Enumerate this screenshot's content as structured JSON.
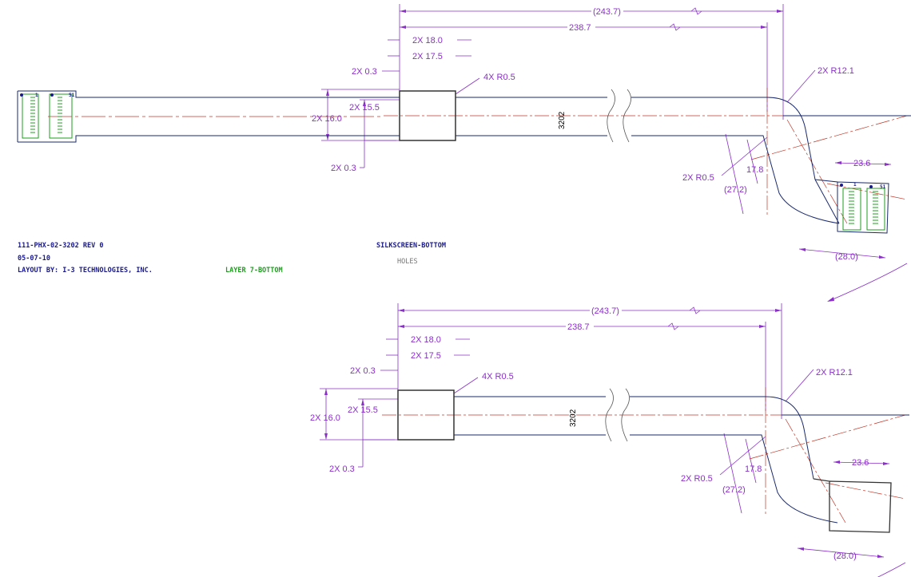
{
  "title_block": {
    "part_number": "111-PHX-02-3202 REV 0",
    "date": "05-07-10",
    "layout_by": "LAYOUT BY: I-3 TECHNOLOGIES, INC."
  },
  "layer_labels": {
    "layer7": "LAYER 7-BOTTOM",
    "silkscreen": "SILKSCREEN-BOTTOM",
    "holes": "HOLES"
  },
  "connector_labels": {
    "pin_a": "1",
    "pin_b": "51",
    "pin_c": "1",
    "pin_d": "51"
  },
  "dims": {
    "overall": "(243.7)",
    "length": "238.7",
    "w18": "2X 18.0",
    "w175": "2X 17.5",
    "t03": "2X 0.3",
    "r05_4x": "4X R0.5",
    "r121": "2X R12.1",
    "h155": "2X 15.5",
    "h160": "2X 16.0",
    "part_id": "3202",
    "r05_2x": "2X R0.5",
    "d178": "17.8",
    "d272": "(27.2)",
    "d236": "23.6",
    "d280": "(28.0)"
  }
}
